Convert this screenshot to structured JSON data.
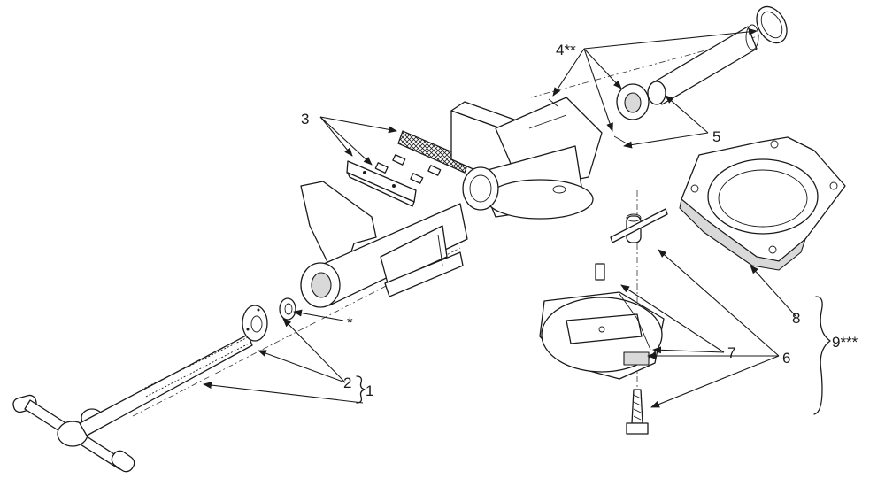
{
  "labels": {
    "l1": "1",
    "l2": "2",
    "l3": "3",
    "l4": "4**",
    "l5": "5",
    "l6": "6",
    "l7": "7",
    "l8": "8",
    "l9": "9***",
    "lstar": "*"
  }
}
